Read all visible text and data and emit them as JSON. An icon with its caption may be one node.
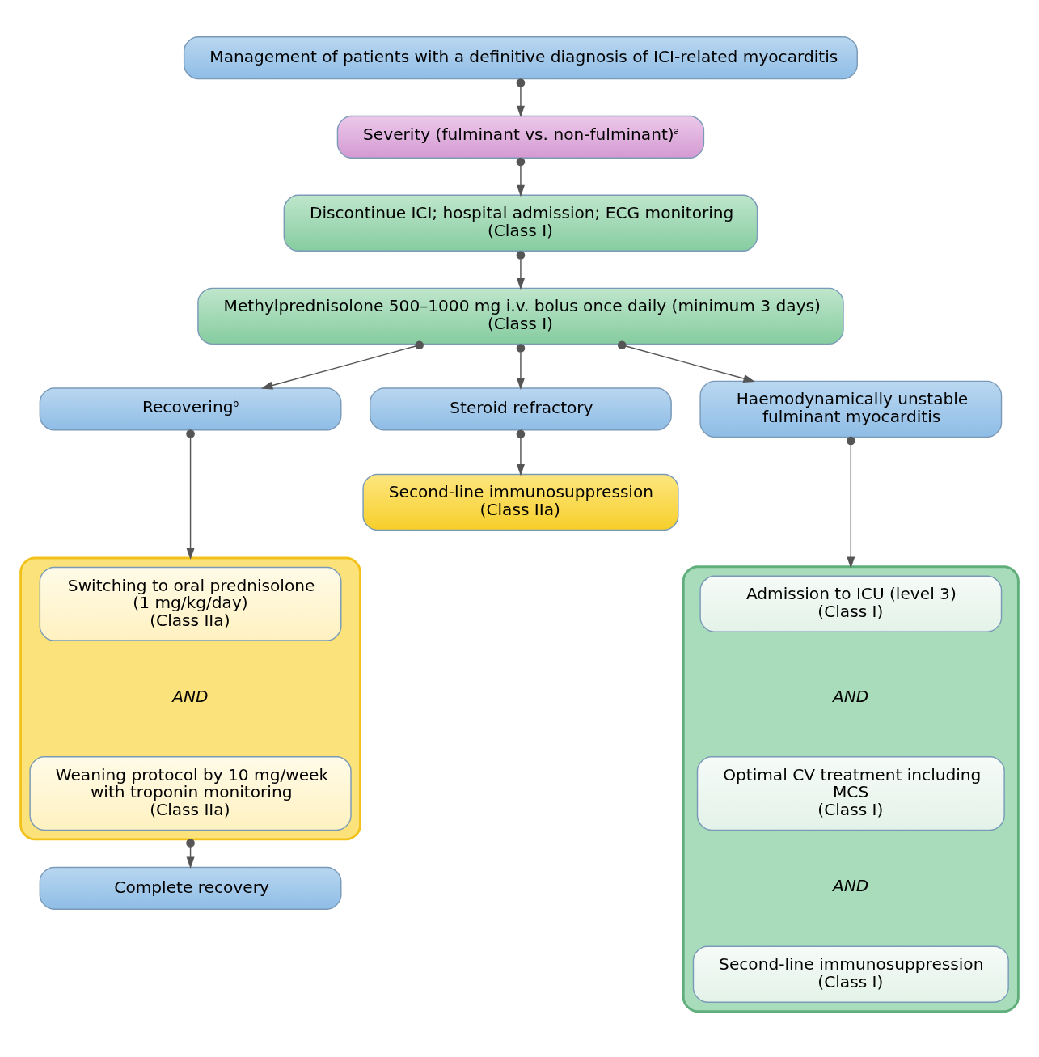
{
  "diagram": {
    "nodes": [
      {
        "text": [
          "Management of patients with a definitive diagnosis of ICI-related myocarditis"
        ]
      },
      {
        "text": [
          "Severity (fulminant vs. non-fulminant)$^{a}$"
        ]
      },
      {
        "text": [
          "Discontinue ICI; hospital admission; ECG monitoring",
          "(Class I)"
        ]
      },
      {
        "text": [
          "Methylprednisolone 500–1000 mg i.v. bolus once daily (minimum 3 days)",
          "(Class I)"
        ]
      },
      {
        "text": [
          "Recovering$^{b}$"
        ]
      },
      {
        "text": [
          "Steroid refractory"
        ]
      },
      {
        "text": [
          "Haemodynamically unstable fulminant myocarditis"
        ]
      },
      {
        "text": [],
        "shape": "box"
      },
      {
        "text": [
          "Switching to oral prednisolone (1 mg/kg/day)",
          "(Class IIa)"
        ],
        "in": 7
      },
      {
        "text": [
          "Weaning protocol by 10 mg/week with troponin monitoring",
          "(Class IIa)"
        ],
        "in": 7
      },
      {
        "text": [
          "Second-line immunosuppression",
          "(Class IIa)"
        ]
      },
      {
        "text": [],
        "shape": "box"
      },
      {
        "text": [
          "Admission to ICU (level 3)",
          "(Class I)"
        ],
        "in": 11
      },
      {
        "text": [
          "Optimal CV treatment including MCS",
          "(Class I)"
        ],
        "in": 11
      },
      {
        "text": [
          "Second-line immunosuppression",
          "(Class I)"
        ],
        "in": 11
      },
      {
        "text": [
          "Complete recovery"
        ]
      }
    ],
    "edges": [
      {
        "from": 0,
        "to": 1,
        "arrow": "to"
      },
      {
        "from": 1,
        "to": 2,
        "arrow": "to"
      },
      {
        "from": 2,
        "to": 3,
        "arrow": "to"
      },
      {
        "from": 3,
        "to": 4,
        "arrow": "to"
      },
      {
        "from": 3,
        "to": 5,
        "arrow": "to"
      },
      {
        "from": 3,
        "to": 6,
        "arrow": "to"
      },
      {
        "from": 4,
        "to": 7,
        "arrow": "to"
      },
      {
        "from": 5,
        "to": 10,
        "arrow": "to"
      },
      {
        "from": 6,
        "to": 11,
        "arrow": "to"
      },
      {
        "from": 7,
        "to": 15,
        "arrow": "to"
      }
    ],
    "labels": [
      "AND",
      "AND",
      "AND"
    ]
  }
}
